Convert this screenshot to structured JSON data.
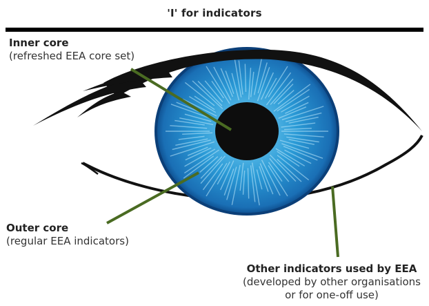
{
  "title": "'I' for indicators",
  "labels": {
    "inner": {
      "name": "Inner core",
      "desc": "(refreshed EEA core set)"
    },
    "outer": {
      "name": "Outer core",
      "desc": "(regular EEA indicators)"
    },
    "other": {
      "name": "Other indicators used by EEA",
      "desc_line1": "(developed by other organisations",
      "desc_line2": "or for one-off use)"
    }
  },
  "colors": {
    "iris": "#2a9ad6",
    "iris_dark": "#1463a8",
    "pupil": "#0d0d0d",
    "leader_line": "#4a6b22",
    "lash": "#111111"
  }
}
